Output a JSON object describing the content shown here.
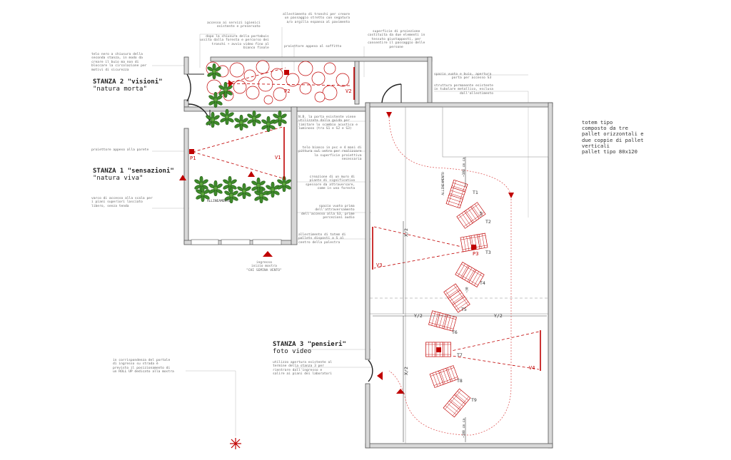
{
  "rooms": {
    "stanza2": {
      "name": "STANZA 2 \"visioni\"",
      "subtitle": "\"natura morta\""
    },
    "stanza1": {
      "name": "STANZA 1 \"sensazioni\"",
      "subtitle": "\"natura viva\""
    },
    "stanza3": {
      "name": "STANZA 3 \"pensieri\"",
      "subtitle": "foto video"
    }
  },
  "totem_note": "totem tipo\ncomposto da tre\npallet orizzontali e\ndue coppie di pallet\nverticali\npallet tipo 80x120",
  "notes": {
    "n1": "telo nero a chiusura della\nseconda stanza, in modo da\ncreare il buio ma non di\nbloccare la circolazione per\nmotivi di sicurezza",
    "n2": "accesso ai servizi igienici\nesistente e preservato",
    "n3": "dopo la chiusura della portabuis\nuscita dalla foresta e percorso dei\ntronchi + avvio video fino al\nbianco finale",
    "n4": "allestimento di tronchi per creare\nun passaggio stretto con segatura\na/o argilla espansa al pavimento",
    "n5": "proiettore appeso al soffitto",
    "n6": "superficie di proiezione\ncostituita da due elementi in\ntessuto giustapposti, per\nconsentire il passaggio delle\npersone",
    "n7": "spazio vuoto e buio, apertura\nporta per accesso S3",
    "n8": "struttura permanente esistente\nin tubolare metallico, esclusa\ndall'allestimento",
    "n9": "N.B. la porta esistente viene\nutilizzata dalla guida per\nlimitare lo scambio acustico e\nluminoso (tra S1 e S2 e S3)",
    "n10": "proiettore appeso alla parete",
    "n11": "telo bianco in pvc e 4 mani di\npittura sul vetro per realizzare\nla superficie proiettiva\nnecessaria",
    "n12": "creazione di un muro di\npiante di significativo\nspessore da attraversare,\ncome in una foresta",
    "n13": "varco di accesso alla scala per\ni piani superiori lasciato\nlibero, senza tenda",
    "n14": "spazio vuoto prima\ndell'attraversamento\ndell'accesso alla S3, prime\npercezioni audio",
    "n15": "allestimento di totem di\npallets disposti a S al\ncentro della palestra",
    "n16": "ingresso\ninizio mostra\n\"CHI SEMINA VENTO\"",
    "n17": "utilizzo apertura esistente al\ntermine della stanza 3 per\nrientrare dall'ingresso e\nsalire ai piani dei laboratori",
    "n18": "in corrispondenza del portale\ndi ingresso su strada è\nprevisto il posizionamento di\nun ROLL UP dedicato alla mostra"
  },
  "labels": {
    "P1": "P1",
    "P2": "P2",
    "P3": "P3",
    "V1": "V1",
    "V2": "V2",
    "V3": "V3",
    "V4": "V4",
    "allineamento": "ALLINEAMENTO",
    "y2": "Y/2",
    "x2": "X/2",
    "cm100": "~100 cm ca",
    "cm60": "~60",
    "cm30": "~30",
    "totems": [
      "T1",
      "T2",
      "T3",
      "T4",
      "T5",
      "T6",
      "T7",
      "T8",
      "T9"
    ]
  },
  "colors": {
    "accent": "#c00000",
    "wall": "#d8d8d8",
    "plant": "#3e8a2a",
    "text": "#666666"
  }
}
